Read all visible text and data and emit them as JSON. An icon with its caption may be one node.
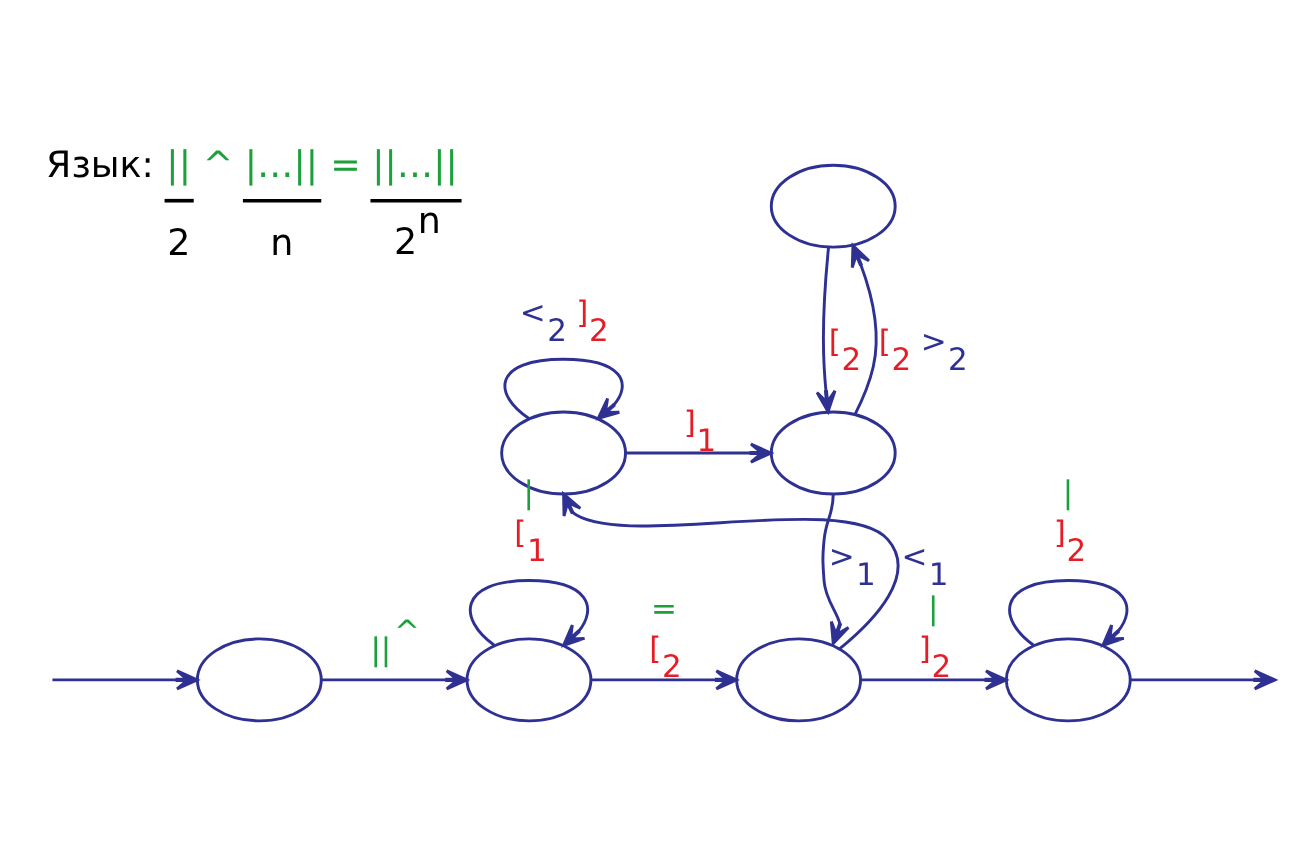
{
  "diagram": {
    "nodes": [
      {
        "text": [],
        "shape": "ellipse"
      },
      {
        "text": [],
        "shape": "ellipse"
      },
      {
        "text": [],
        "shape": "ellipse"
      },
      {
        "text": [],
        "shape": "ellipse"
      },
      {
        "text": [],
        "shape": "ellipse"
      },
      {
        "text": [],
        "shape": "ellipse"
      },
      {
        "text": [],
        "shape": "ellipse"
      }
    ],
    "edges": [
      {
        "from": null,
        "to": 3,
        "arrow": "to"
      },
      {
        "from": 3,
        "to": 4,
        "arrow": "to",
        "label": "||$^{^}$"
      },
      {
        "from": 4,
        "to": 4,
        "arrow": "to",
        "label": "| [$_{1}$"
      },
      {
        "from": 4,
        "to": 5,
        "arrow": "to",
        "label": "= [$_{2}$"
      },
      {
        "from": 5,
        "to": 1,
        "arrow": "to",
        "label": "<$_{1}$"
      },
      {
        "from": 1,
        "to": 1,
        "arrow": "to",
        "label": "<$_{2}$]$_{2}$"
      },
      {
        "from": 1,
        "to": 2,
        "arrow": "to",
        "label": "]$_{1}$"
      },
      {
        "from": 0,
        "to": 2,
        "arrow": "to",
        "label": "[$_{2}$"
      },
      {
        "from": 2,
        "to": 0,
        "arrow": "to",
        "label": "[$_{2}$>$_{2}$"
      },
      {
        "from": 2,
        "to": 5,
        "arrow": "to",
        "label": ">$_{1}$"
      },
      {
        "from": 5,
        "to": 6,
        "arrow": "to",
        "label": "| ]$_{2}$"
      },
      {
        "from": 6,
        "to": 6,
        "arrow": "to",
        "label": "| ]$_{2}$"
      },
      {
        "from": 6,
        "to": null,
        "arrow": "to"
      }
    ],
    "labels": [
      "Язык:",
      "||",
      "^",
      "|…||",
      "=",
      "||…||",
      "2",
      "n",
      "2$^{n}$"
    ]
  }
}
